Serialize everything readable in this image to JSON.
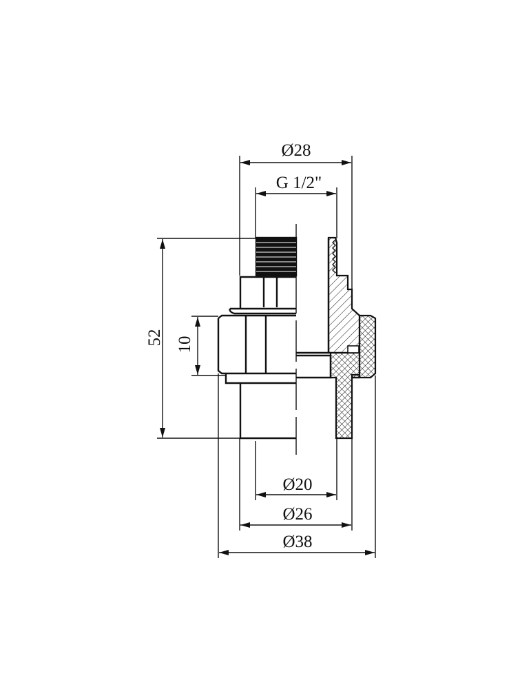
{
  "dimensions": {
    "outer_diameter_top": "Ø28",
    "thread": "G 1/2\"",
    "height": "52",
    "nut_height": "10",
    "inner_diameter": "Ø20",
    "socket_diameter": "Ø26",
    "nut_diameter": "Ø38"
  },
  "colors": {
    "line": "#111111",
    "background": "#ffffff"
  }
}
